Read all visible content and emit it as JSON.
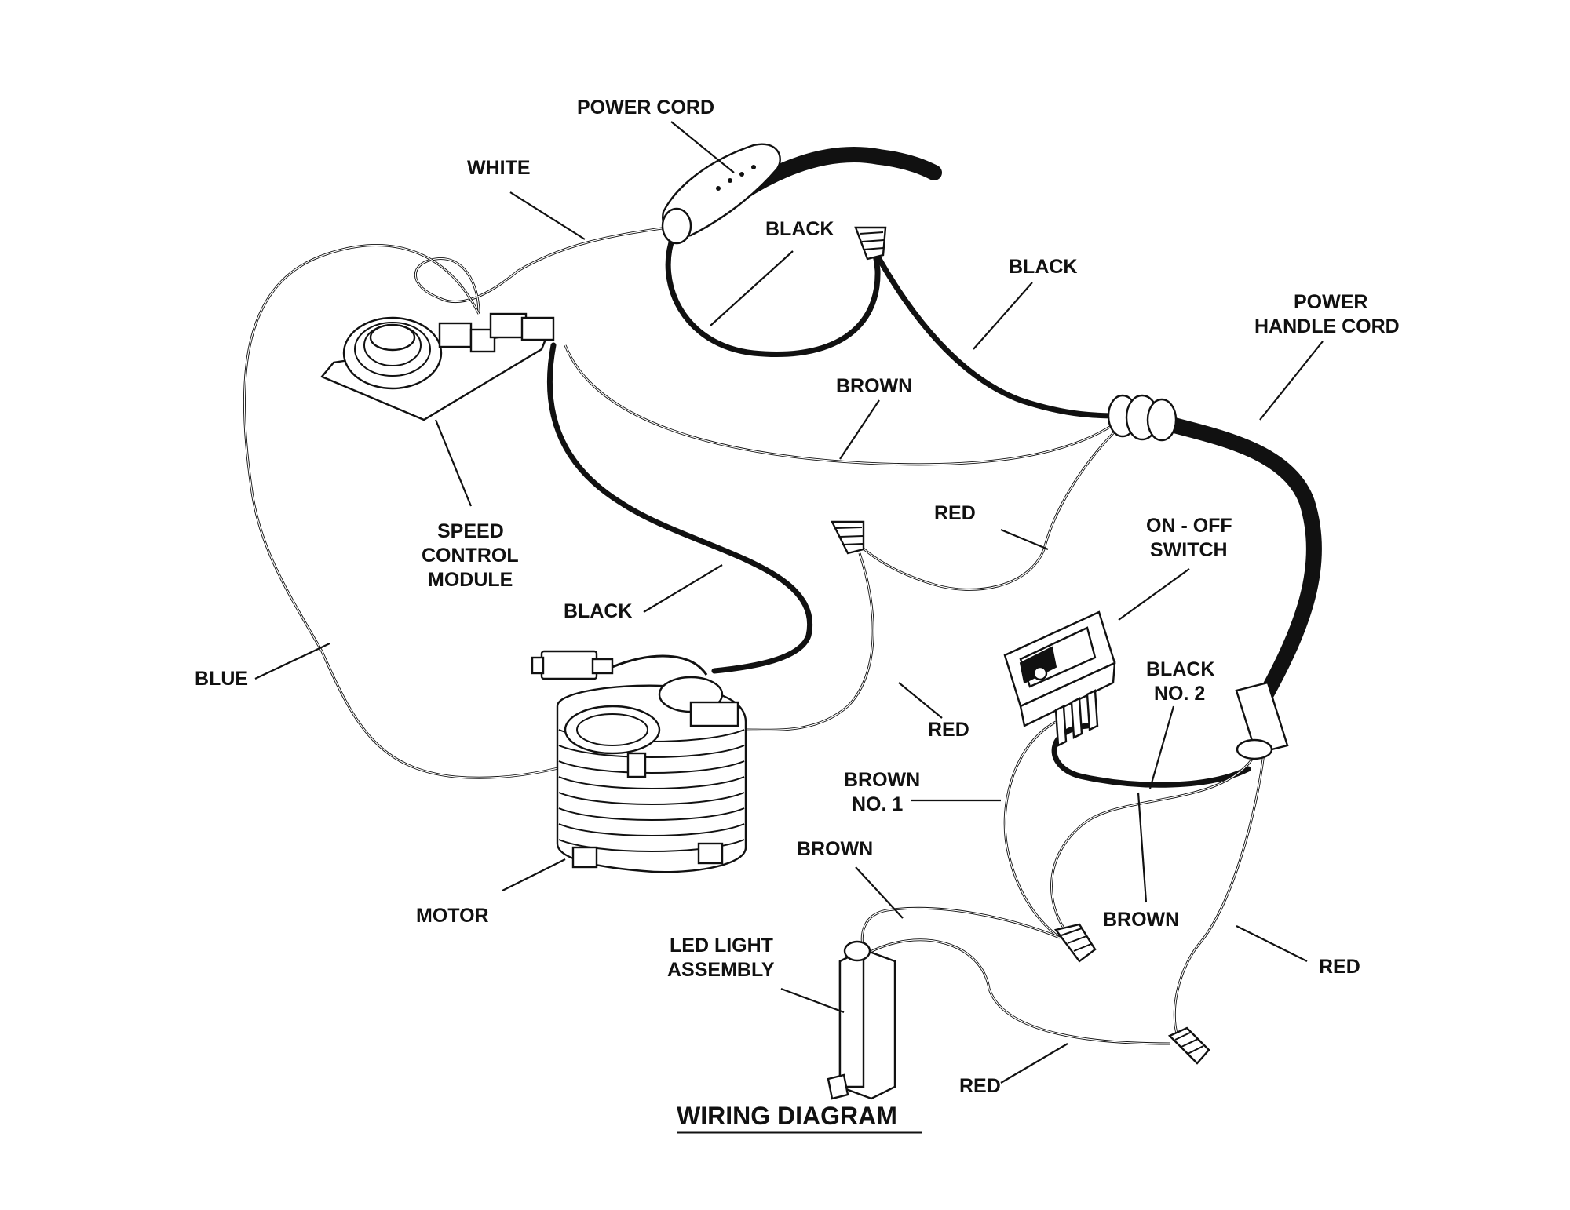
{
  "title": "WIRING DIAGRAM",
  "labels": {
    "power_cord": "POWER CORD",
    "white": "WHITE",
    "black_top": "BLACK",
    "black_right": "BLACK",
    "power_handle_cord_1": "POWER",
    "power_handle_cord_2": "HANDLE CORD",
    "brown_top": "BROWN",
    "speed_control_1": "SPEED",
    "speed_control_2": "CONTROL",
    "speed_control_3": "MODULE",
    "red_mid": "RED",
    "on_off_1": "ON - OFF",
    "on_off_2": "SWITCH",
    "black_mid": "BLACK",
    "blue": "BLUE",
    "red_motor": "RED",
    "black_no2_1": "BLACK",
    "black_no2_2": "NO. 2",
    "brown_no1_1": "BROWN",
    "brown_no1_2": "NO. 1",
    "brown_led": "BROWN",
    "motor": "MOTOR",
    "brown_lower": "BROWN",
    "led_1": "LED LIGHT",
    "led_2": "ASSEMBLY",
    "red_right": "RED",
    "red_bottom": "RED"
  }
}
